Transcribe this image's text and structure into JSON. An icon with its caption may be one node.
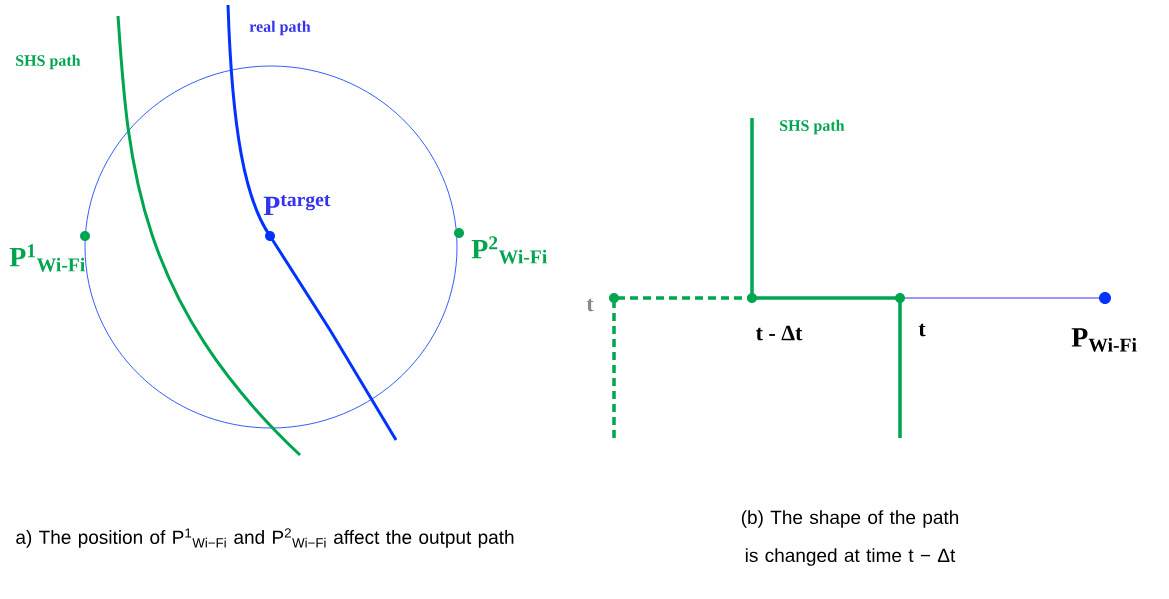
{
  "diagram": {
    "labels": [
      "real path",
      "SHS path",
      "P$^{target}$",
      "P$^{1}$$_{Wi-Fi}$",
      "P$^{2}$$_{Wi-Fi}$",
      "SHS path",
      "t",
      "t - Δt",
      "t",
      "P$_{Wi-Fi}$",
      "a) The position of P$^{1}$$_{Wi−Fi}$ and P$^{2}$$_{Wi−Fi}$ affect the output path",
      "(b) The shape of the path is changed at time t − Δt"
    ]
  }
}
